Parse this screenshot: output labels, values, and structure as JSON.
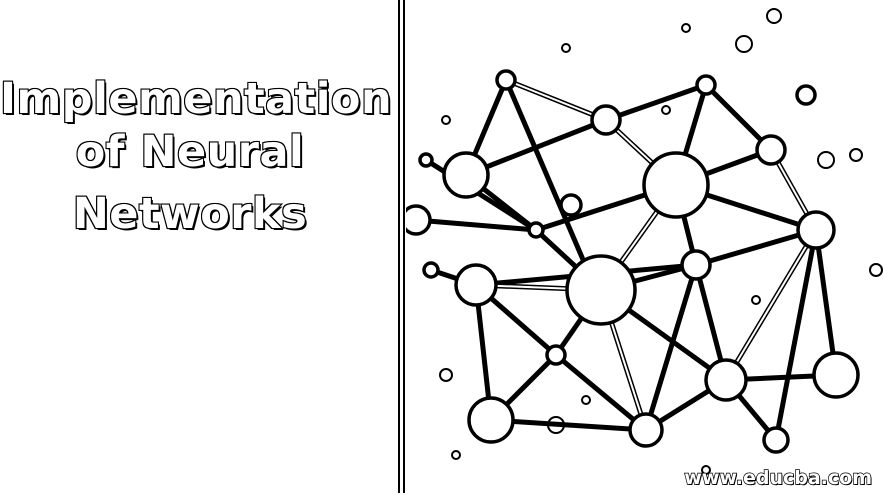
{
  "title": {
    "lines": [
      "Implementation",
      "of Neural",
      "Networks"
    ]
  },
  "watermark": "www.educba.com",
  "colors": {
    "ink": "#000000",
    "paper": "#ffffff"
  },
  "graphic": {
    "subject": "neural-network-illustration"
  }
}
